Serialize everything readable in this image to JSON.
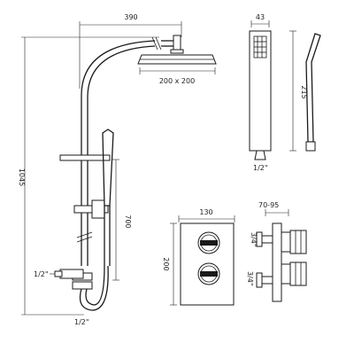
{
  "dimensions": {
    "arm_reach": "390",
    "overall_height": "1045",
    "shower_head_size": "200 x 200",
    "handset_width": "43",
    "handset_length": "215",
    "handset_connection": "1/2\"",
    "rail_length": "700",
    "outlet_connection_side": "1/2\"",
    "hose_connection_bottom": "1/2\"",
    "valve_width": "130",
    "valve_height": "200",
    "valve_depth": "70-95",
    "valve_inlet_top": "3/4\"",
    "valve_inlet_bottom": "3/4\""
  },
  "views": [
    {
      "name": "shower-riser-kit",
      "label": ""
    },
    {
      "name": "hand-shower",
      "label": ""
    },
    {
      "name": "thermostatic-valve-front",
      "label": ""
    },
    {
      "name": "thermostatic-valve-side",
      "label": ""
    }
  ]
}
